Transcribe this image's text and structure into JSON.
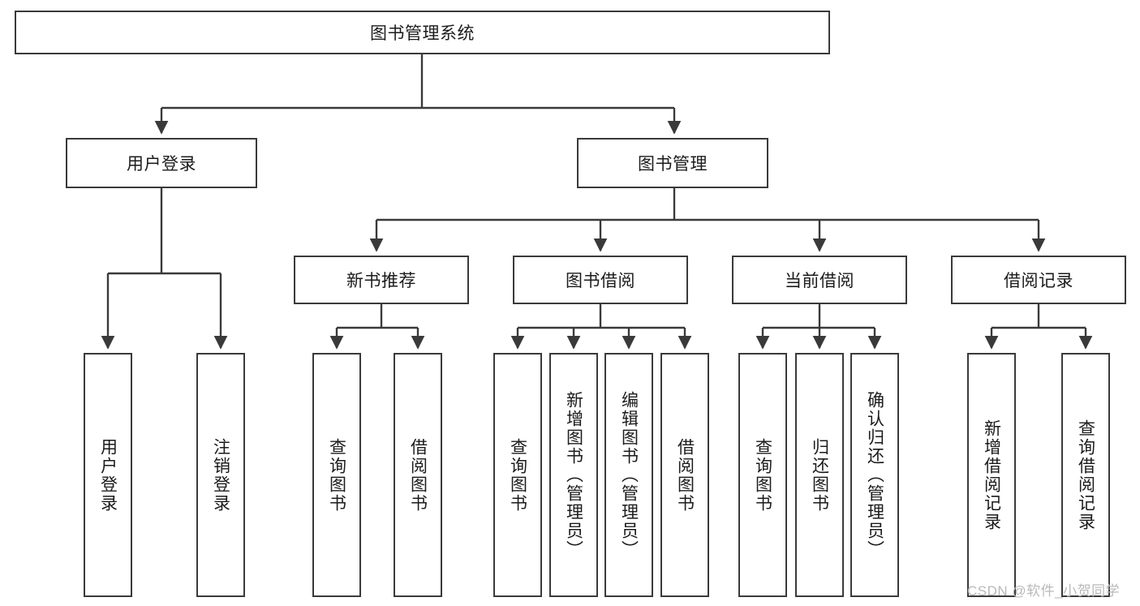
{
  "diagram": {
    "title_node": {
      "label": "图书管理系统"
    },
    "level2": [
      {
        "id": "user-login",
        "label": "用户登录"
      },
      {
        "id": "book-management",
        "label": "图书管理"
      }
    ],
    "level3": [
      {
        "id": "new-book-recommend",
        "label": "新书推荐"
      },
      {
        "id": "book-borrow",
        "label": "图书借阅"
      },
      {
        "id": "current-borrow",
        "label": "当前借阅"
      },
      {
        "id": "borrow-record",
        "label": "借阅记录"
      }
    ],
    "leaves": {
      "user_login": [
        {
          "id": "leaf-user-login",
          "label": "用户登录"
        },
        {
          "id": "leaf-logout",
          "label": "注销登录"
        }
      ],
      "new_book_recommend": [
        {
          "id": "leaf-query-book-1",
          "label": "查询图书"
        },
        {
          "id": "leaf-borrow-book-1",
          "label": "借阅图书"
        }
      ],
      "book_borrow": [
        {
          "id": "leaf-query-book-2",
          "label": "查询图书"
        },
        {
          "id": "leaf-add-book",
          "label": "新增图书（管理员）"
        },
        {
          "id": "leaf-edit-book",
          "label": "编辑图书（管理员）"
        },
        {
          "id": "leaf-borrow-book-2",
          "label": "借阅图书"
        }
      ],
      "current_borrow": [
        {
          "id": "leaf-query-book-3",
          "label": "查询图书"
        },
        {
          "id": "leaf-return-book",
          "label": "归还图书"
        },
        {
          "id": "leaf-confirm-return",
          "label": "确认归还（管理员）"
        }
      ],
      "borrow_record": [
        {
          "id": "leaf-add-record",
          "label": "新增借阅记录"
        },
        {
          "id": "leaf-query-record",
          "label": "查询借阅记录"
        }
      ]
    }
  },
  "watermark": {
    "text": "CSDN @软件_小贺同学"
  },
  "colors": {
    "border": "#3a3a3a",
    "text": "#1b1b1b",
    "background": "#ffffff",
    "edge": "#3a3a3a",
    "watermark": "#b9b9b9"
  }
}
